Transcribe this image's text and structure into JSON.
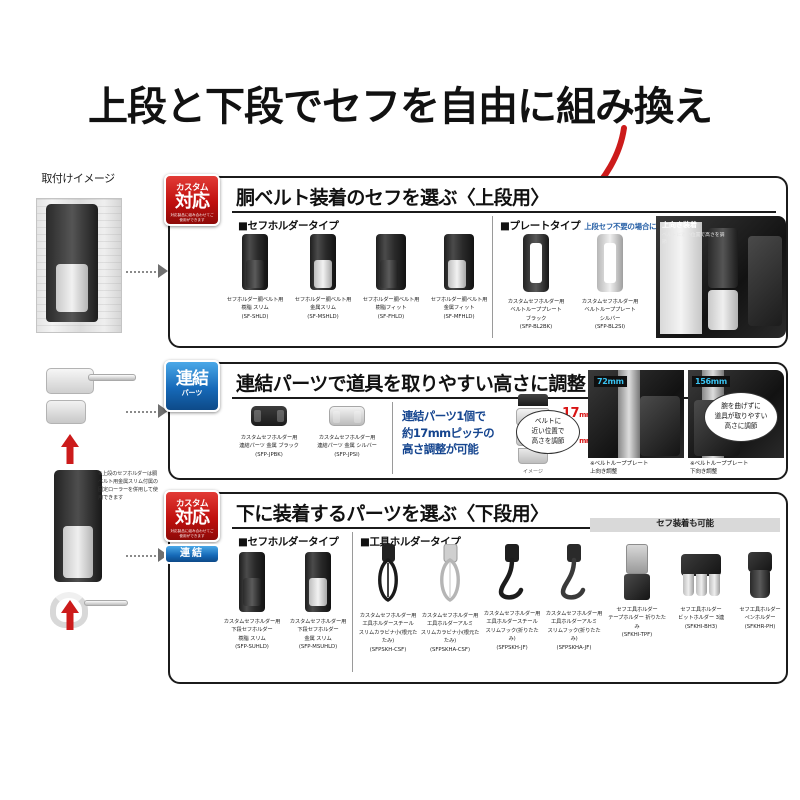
{
  "title": "上段と下段でセフを自由に組み換え",
  "left_column": {
    "caption": "取付けイメージ",
    "note": "※上段のセフホルダーは胴ベルト用金属スリム付属の固定ローラーを併用して使用できます"
  },
  "upper_panel": {
    "badge": {
      "line1": "カスタム",
      "line2": "対応",
      "fineprint": "対応製品に組み合わせてご使用ができます"
    },
    "heading": "胴ベルト装着のセフを選ぶ〈上段用〉",
    "subhead_left": "■セフホルダータイプ",
    "subhead_right": "■プレートタイプ",
    "subhead_right_note": "上段セフ不要の場合に",
    "products": [
      {
        "name": "セフホルダー胴ベルト用\n樹脂 スリム",
        "code": "(SF-SHLD)"
      },
      {
        "name": "セフホルダー胴ベルト用\n金属スリム",
        "code": "(SF-MSHLD)"
      },
      {
        "name": "セフホルダー胴ベルト用\n樹脂フィット",
        "code": "(SF-FHLD)"
      },
      {
        "name": "セフホルダー胴ベルト用\n金属フィット",
        "code": "(SF-MFHLD)"
      }
    ],
    "plate_products": [
      {
        "name": "カスタムセフホルダー用\nベルトループプレート\nブラック",
        "code": "(SFP-BL2BK)"
      },
      {
        "name": "カスタムセフホルダー用\nベルトループプレート\nシルバー",
        "code": "(SFP-BL2SI)"
      }
    ],
    "side_photo": {
      "label": "上向き装着",
      "note": "ベルトに近い位置で高さを調節"
    }
  },
  "middle_panel": {
    "badge": {
      "line1": "連結",
      "line2": "パーツ"
    },
    "heading": "連結パーツで道具を取りやすい高さに調整",
    "products": [
      {
        "name": "カスタムセフホルダー用\n連結パーツ 金属 ブラック",
        "code": "(SFP-JPBK)"
      },
      {
        "name": "カスタムセフホルダー用\n連結パーツ 金属 シルバー",
        "code": "(SFP-JPSI)"
      }
    ],
    "callout": "連結パーツ1個で\n約17mmピッチの\n高さ調整が可能",
    "pitch_tags": [
      "17",
      "17"
    ],
    "pitch_unit": "mm",
    "image_caption": "イメージ",
    "photos": [
      {
        "measure": "72mm",
        "bubble": "ベルトに\n近い位置で\n高さを調節",
        "caption": "※ベルトループプレート\n  上向き調整"
      },
      {
        "measure": "156mm",
        "bubble": "腕を曲げずに\n道具が取りやすい\n高さに調節",
        "caption": "※ベルトループプレート\n  下向き調整"
      }
    ]
  },
  "lower_panel": {
    "badge": {
      "line1": "カスタム",
      "line2": "対応",
      "sub": "連結",
      "fineprint": "対応製品に組み合わせてご使用ができます"
    },
    "heading": "下に装着するパーツを選ぶ〈下段用〉",
    "subhead_left": "■セフホルダータイプ",
    "subhead_right": "■工具ホルダータイプ",
    "band_label": "セフ装着も可能",
    "holder_products": [
      {
        "name": "カスタムセフホルダー用\n下段セフホルダー\n樹脂 スリム",
        "code": "(SFP-SUHLD)"
      },
      {
        "name": "カスタムセフホルダー用\n下段セフホルダー\n金属 スリム",
        "code": "(SFP-MSUHLD)"
      }
    ],
    "tool_products": [
      {
        "name": "カスタムセフホルダー用\n工具ホルダースチール\nスリムカラビナ小(根元たたみ)",
        "code": "(SFPSKH-CSF)"
      },
      {
        "name": "カスタムセフホルダー用\n工具ホルダーアルミ\nスリムカラビナ小(根元たたみ)",
        "code": "(SFPSKHA-CSF)"
      },
      {
        "name": "カスタムセフホルダー用\n工具ホルダースチール\nスリムフック(折りたたみ)",
        "code": "(SFPSKH-JF)"
      },
      {
        "name": "カスタムセフホルダー用\n工具ホルダーアルミ\nスリムフック(折りたたみ)",
        "code": "(SFPSKHA-JF)"
      }
    ],
    "seflock_products": [
      {
        "name": "セフ工具ホルダー\nテープホルダー 折りたたみ",
        "code": "(SFKHI-TPF)"
      },
      {
        "name": "セフ工具ホルダー\nビットホルダー 3連",
        "code": "(SFKHI-BH3)"
      },
      {
        "name": "セフ工具ホルダー\nペンホルダー",
        "code": "(SFKHR-PH)"
      }
    ]
  },
  "colors": {
    "red_badge": "#c0100e",
    "blue_badge": "#1669b8",
    "callout_blue": "#15458f",
    "measure_cyan": "#39c2f0",
    "arrow_red": "#cc1b1b"
  }
}
